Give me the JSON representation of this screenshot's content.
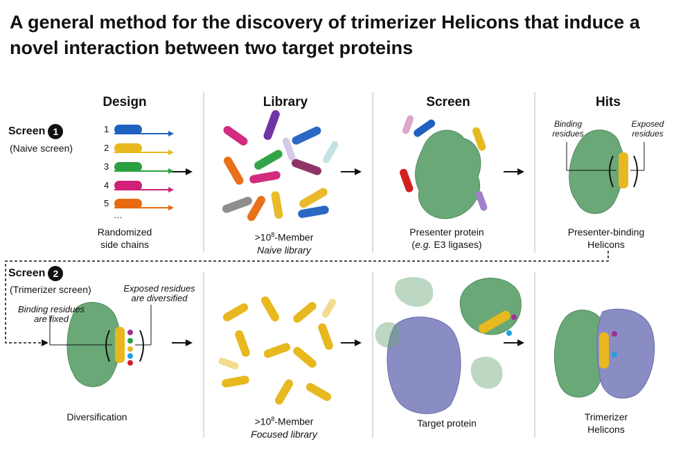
{
  "title": "A general method for the discovery of trimerizer Helicons that induce a novel interaction between two target proteins",
  "columns": {
    "design": "Design",
    "library": "Library",
    "screen": "Screen",
    "hits": "Hits"
  },
  "screen1": {
    "label": "Screen",
    "badge": "1",
    "sub": "(Naive screen)"
  },
  "screen2": {
    "label": "Screen",
    "badge": "2",
    "sub": "(Trimerizer screen)"
  },
  "design_list": {
    "items": [
      "1",
      "2",
      "3",
      "4",
      "5"
    ],
    "ellipsis": "…",
    "caption_line1": "Randomized",
    "caption_line2": "side chains",
    "colors": [
      "#2060c0",
      "#e8b820",
      "#2aa040",
      "#d0207a",
      "#e86a10"
    ]
  },
  "library1": {
    "caption_prefix": ">10",
    "caption_exp": "8",
    "caption_suffix": "-Member",
    "caption_line2": "Naive library"
  },
  "screen1_col": {
    "caption_line1": "Presenter protein",
    "caption_line2_prefix": "(",
    "caption_line2_italic": "e.g.",
    "caption_line2_suffix": " E3 ligases)"
  },
  "hits1": {
    "binding_residues_1": "Binding",
    "binding_residues_2": "residues",
    "exposed_residues_1": "Exposed",
    "exposed_residues_2": "residues",
    "caption_line1": "Presenter-binding",
    "caption_line2": "Helicons"
  },
  "row2": {
    "anno_binding_1": "Binding residues",
    "anno_binding_2": "are fixed",
    "anno_exposed_1": "Exposed residues",
    "anno_exposed_2": "are diversified",
    "diversification": "Diversification",
    "lib_prefix": ">10",
    "lib_exp": "8",
    "lib_suffix": "-Member",
    "lib_line2": "Focused library",
    "target": "Target protein",
    "trimerizer_1": "Trimerizer",
    "trimerizer_2": "Helicons"
  },
  "colors": {
    "presenter": "#6aa878",
    "target": "#8a8cc4",
    "helicon": "#e8b820",
    "loop": "#e06030"
  }
}
